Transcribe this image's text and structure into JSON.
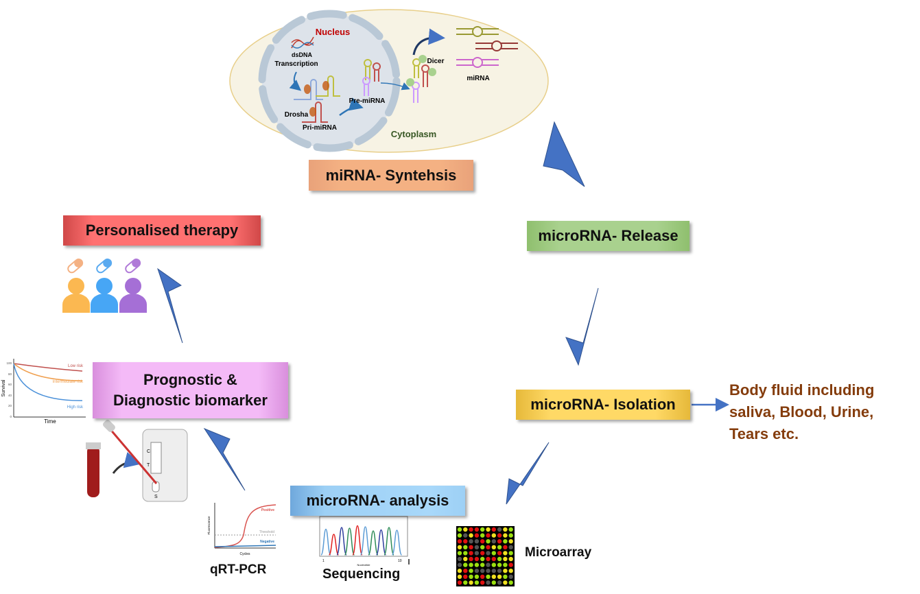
{
  "cell": {
    "nucleus": "Nucleus",
    "dsdna": "dsDNA",
    "transcription": "Transcription",
    "drosha": "Drosha",
    "pri_mirna": "Pri-miRNA",
    "pre_mirna": "Pre-miRNA",
    "dicer": "Dicer",
    "mirna": "miRNA",
    "cytoplasm": "Cytoplasm"
  },
  "steps": {
    "synthesis": "miRNA- Syntehsis",
    "release": "microRNA- Release",
    "isolation": "microRNA- Isolation",
    "analysis": "microRNA- analysis",
    "biomarker": "Prognostic & Diagnostic biomarker",
    "therapy": "Personalised therapy"
  },
  "body_fluid": [
    "Body fluid including",
    "saliva, Blood, Urine,",
    "Tears etc."
  ],
  "methods": {
    "qrtpcr": "qRT-PCR",
    "sequencing": "Sequencing",
    "microarray": "Microarray"
  },
  "survival_chart": {
    "ylabel": "Survival",
    "xlabel": "Time",
    "yticks": [
      "100",
      "80",
      "60",
      "40",
      "20",
      "0"
    ],
    "series": [
      "Low risk",
      "Intermediate risk",
      "High risk"
    ]
  },
  "pcr_chart": {
    "ylabel": "Fluorescence",
    "xlabel": "Cycles",
    "positive": "Positive",
    "threshold": "Threshold",
    "negative": "Negative"
  },
  "seq_chart": {
    "xlabel": "Nucleotide",
    "tick_start": "1",
    "tick_end": "10"
  },
  "test_cassette": {
    "c": "C",
    "t": "T",
    "s": "S"
  },
  "colors": {
    "arrow": "#4472c4",
    "synthesis": "#f4b183",
    "release": "#a9d18e",
    "isolation": "#ffd966",
    "analysis": "#9dc3e6",
    "biomarker": "#f4b8f7",
    "therapy": "#ff7171",
    "body_fluid_text": "#843c0c"
  }
}
